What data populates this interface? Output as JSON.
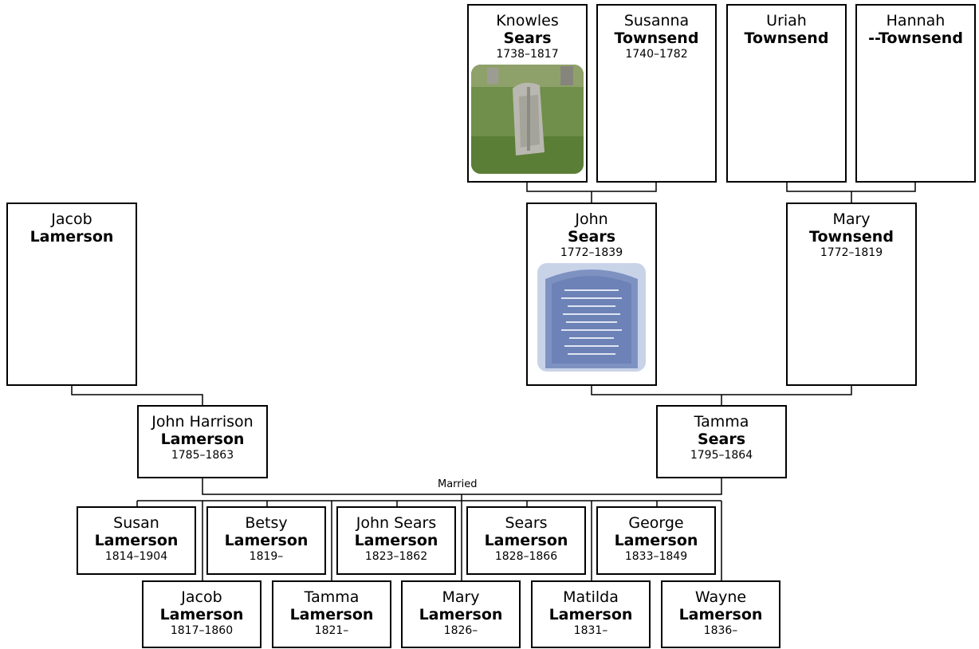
{
  "colors": {
    "line": "#000000",
    "box_border": "#000000",
    "background": "#ffffff"
  },
  "union_label": "Married",
  "people": {
    "knowles_sears": {
      "given": "Knowles",
      "surname": "Sears",
      "dates": "1738–1817",
      "photo": "gravestone-photo"
    },
    "susanna_townsend": {
      "given": "Susanna",
      "surname": "Townsend",
      "dates": "1740–1782"
    },
    "uriah_townsend": {
      "given": "Uriah",
      "surname": "Townsend",
      "dates": ""
    },
    "hannah_townsend": {
      "given": "Hannah",
      "surname": "--Townsend",
      "dates": ""
    },
    "jacob_lamerson_sr": {
      "given": "Jacob",
      "surname": "Lamerson",
      "dates": ""
    },
    "john_sears": {
      "given": "John",
      "surname": "Sears",
      "dates": "1772–1839",
      "photo": "gravestone-inscription-photo"
    },
    "mary_townsend": {
      "given": "Mary",
      "surname": "Townsend",
      "dates": "1772–1819"
    },
    "john_harrison_lamerson": {
      "given": "John Harrison",
      "surname": "Lamerson",
      "dates": "1785–1863"
    },
    "tamma_sears": {
      "given": "Tamma",
      "surname": "Sears",
      "dates": "1795–1864"
    }
  },
  "children": [
    {
      "given": "Susan",
      "surname": "Lamerson",
      "dates": "1814–1904"
    },
    {
      "given": "Jacob",
      "surname": "Lamerson",
      "dates": "1817–1860"
    },
    {
      "given": "Betsy",
      "surname": "Lamerson",
      "dates": "1819–"
    },
    {
      "given": "Tamma",
      "surname": "Lamerson",
      "dates": "1821–"
    },
    {
      "given": "John Sears",
      "surname": "Lamerson",
      "dates": "1823–1862"
    },
    {
      "given": "Mary",
      "surname": "Lamerson",
      "dates": "1826–"
    },
    {
      "given": "Sears",
      "surname": "Lamerson",
      "dates": "1828–1866"
    },
    {
      "given": "Matilda",
      "surname": "Lamerson",
      "dates": "1831–"
    },
    {
      "given": "George",
      "surname": "Lamerson",
      "dates": "1833–1849"
    },
    {
      "given": "Wayne",
      "surname": "Lamerson",
      "dates": "1836–"
    }
  ]
}
